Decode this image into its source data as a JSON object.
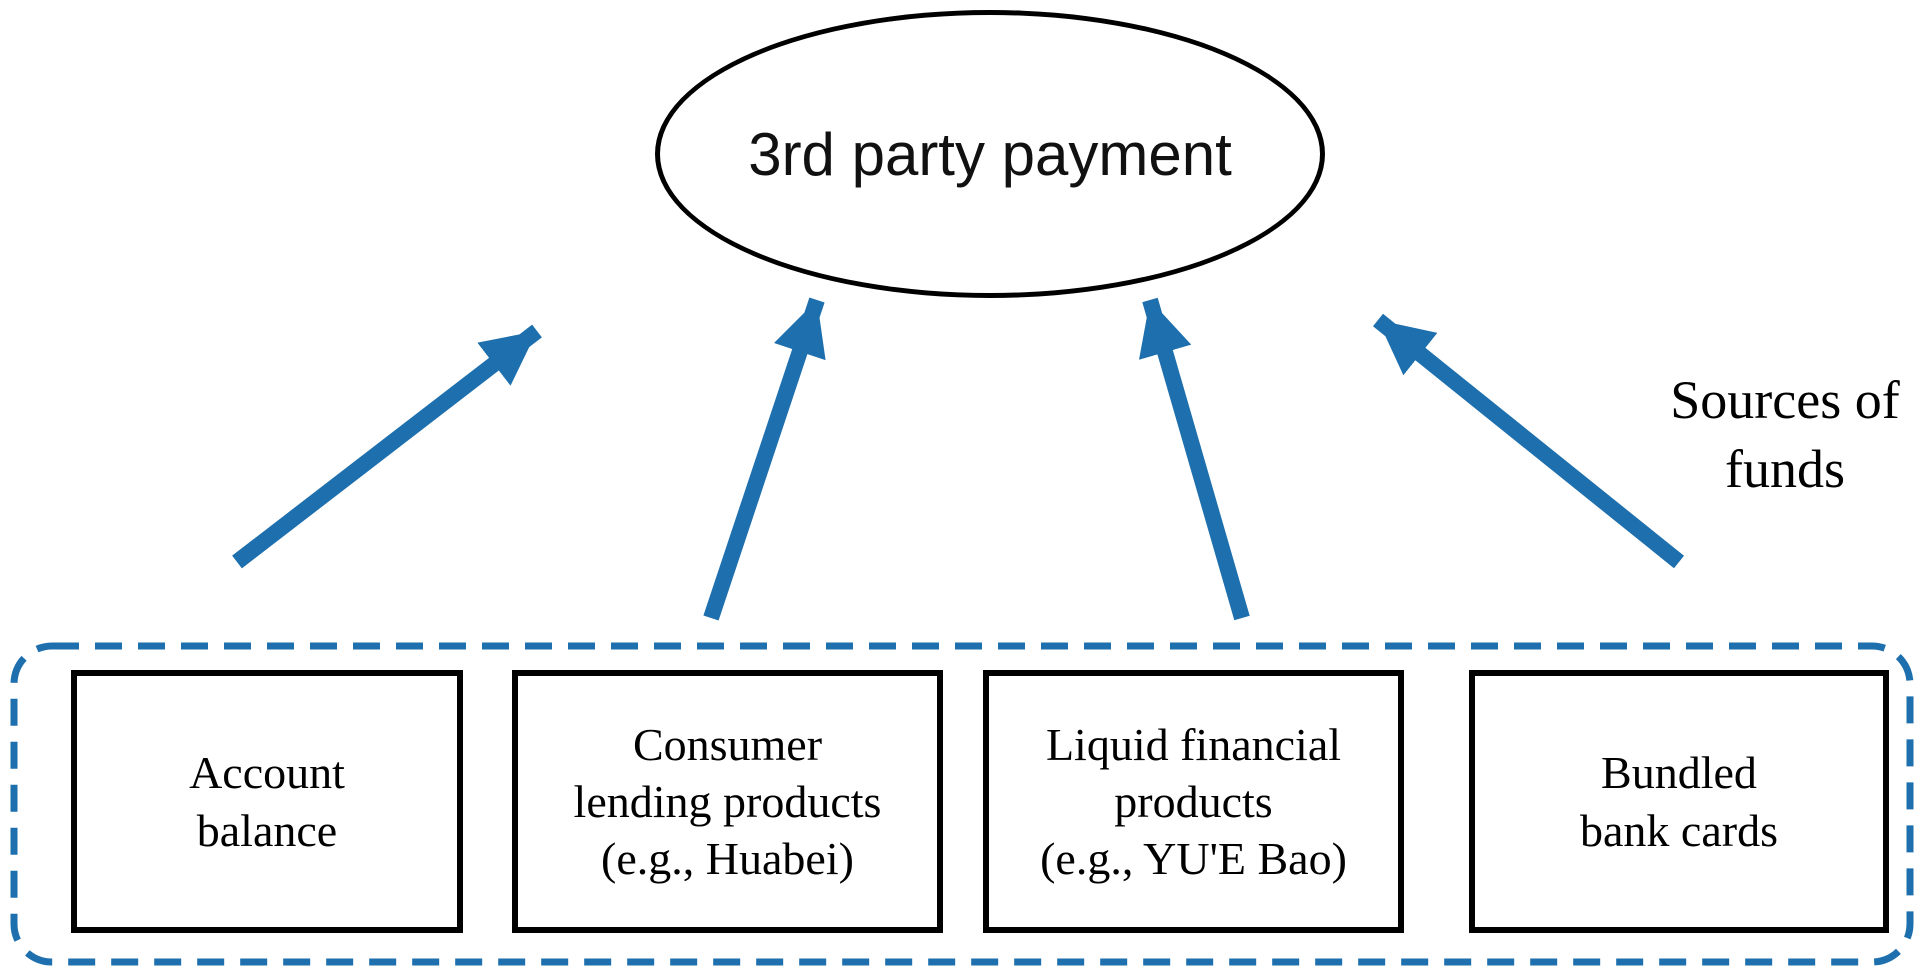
{
  "diagram": {
    "center_node": {
      "label": "3rd party payment"
    },
    "side_label": {
      "lines": [
        "Sources of",
        "funds"
      ]
    },
    "nodes": [
      {
        "id": "account-balance",
        "lines": [
          "Account",
          "balance"
        ]
      },
      {
        "id": "consumer-lending-products",
        "lines": [
          "Consumer",
          "lending products",
          "(e.g., Huabei)"
        ]
      },
      {
        "id": "liquid-financial-products",
        "lines": [
          "Liquid financial",
          "products",
          "(e.g., YU'E Bao)"
        ]
      },
      {
        "id": "bundled-bank-cards",
        "lines": [
          "Bundled",
          "bank cards"
        ]
      }
    ],
    "edges": [
      {
        "from": "account-balance",
        "to": "3rd party payment"
      },
      {
        "from": "consumer-lending-products",
        "to": "3rd party payment"
      },
      {
        "from": "liquid-financial-products",
        "to": "3rd party payment"
      },
      {
        "from": "bundled-bank-cards",
        "to": "3rd party payment"
      }
    ]
  },
  "colors": {
    "accent": "#1e6fad",
    "node_border": "#000000",
    "background": "#ffffff"
  }
}
